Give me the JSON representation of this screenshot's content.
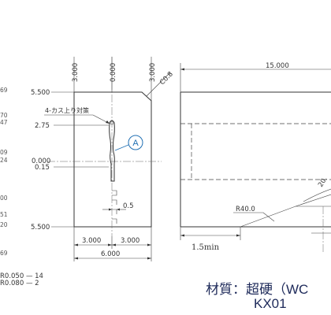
{
  "left_edge_labels": [
    "69",
    "70",
    "47",
    "09",
    "24",
    "00",
    "51",
    "20",
    "69"
  ],
  "dims": {
    "top_left": "3.000",
    "top_center": "0.000",
    "top_right": "3.000",
    "chamfer": "C0.8",
    "y_5500_top": "5.500",
    "label_4_kasu": "4-カス上り対策",
    "y_275": "2.75",
    "y_0000": "0.000",
    "y_015": "0.15",
    "y_5500_bottom": "5.500",
    "w_05": "0.5",
    "bottom_left_3": "3.000",
    "bottom_right_3": "3.000",
    "bottom_total": "6.000",
    "right_length": "15.000",
    "radius": "R40.0",
    "angle": "20.",
    "min_len": "1.5min"
  },
  "balloon": "A",
  "notes": {
    "r1": "R0.050 — 14",
    "r2": "R0.080 — 2"
  },
  "material": {
    "line1": "材質：超硬（WC",
    "line2": "KX01"
  }
}
